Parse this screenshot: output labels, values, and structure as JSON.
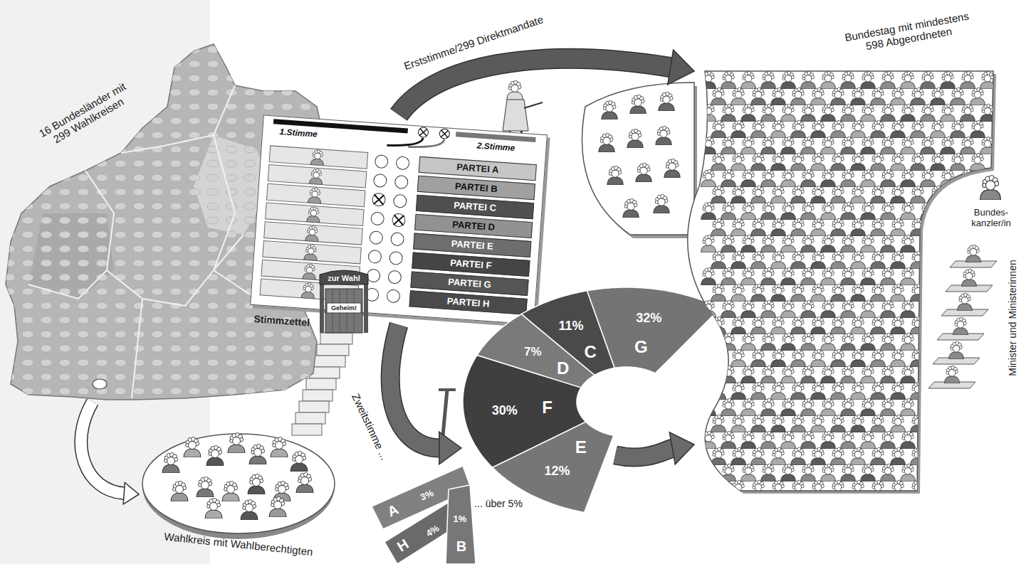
{
  "diagram": {
    "nodes": [
      {
        "text": [
          "16 Bundesländer mit 299 Wahlkreisen"
        ]
      },
      {
        "text": [
          "Stimmzettel",
          "1.Stimme",
          "2.Stimme"
        ]
      },
      {
        "text": [
          "PARTEI A"
        ],
        "in": 1
      },
      {
        "text": [
          "PARTEI B"
        ],
        "in": 1
      },
      {
        "text": [
          "PARTEI C"
        ],
        "in": 1
      },
      {
        "text": [
          "PARTEI D"
        ],
        "in": 1
      },
      {
        "text": [
          "PARTEI E"
        ],
        "in": 1
      },
      {
        "text": [
          "PARTEI F"
        ],
        "in": 1
      },
      {
        "text": [
          "PARTEI G"
        ],
        "in": 1
      },
      {
        "text": [
          "PARTEI H"
        ],
        "in": 1
      },
      {
        "text": [
          "zur Wahl",
          "Geheim!"
        ]
      },
      {
        "text": [
          "Wahlkreis mit Wahlberechtigten"
        ]
      },
      {
        "text": [
          "32%",
          "G"
        ]
      },
      {
        "text": [
          "11%",
          "C"
        ]
      },
      {
        "text": [
          "7%",
          "D"
        ]
      },
      {
        "text": [
          "30%",
          "F"
        ]
      },
      {
        "text": [
          "E",
          "12%"
        ]
      },
      {
        "text": [
          "A",
          "3%"
        ]
      },
      {
        "text": [
          "H",
          "4%"
        ]
      },
      {
        "text": [
          "1%",
          "B"
        ]
      },
      {
        "text": [
          "Bundestag mit mindestens 598 Abgeordneten"
        ]
      },
      {
        "text": [
          "Bundes- kanzler/in"
        ]
      },
      {
        "text": [
          "Minister und Ministerinnen"
        ]
      }
    ],
    "edges": [
      {
        "from": 0,
        "to": 11,
        "arrow": "to"
      },
      {
        "from": 1,
        "to": 20,
        "label": "Erststimme/299 Direktmandate",
        "arrow": "to"
      },
      {
        "from": 1,
        "to": 15,
        "label": "Zweitstimme ...",
        "arrow": "to"
      },
      {
        "from": 16,
        "to": 20,
        "arrow": "to"
      }
    ],
    "labels": [
      "... über 5%"
    ]
  }
}
